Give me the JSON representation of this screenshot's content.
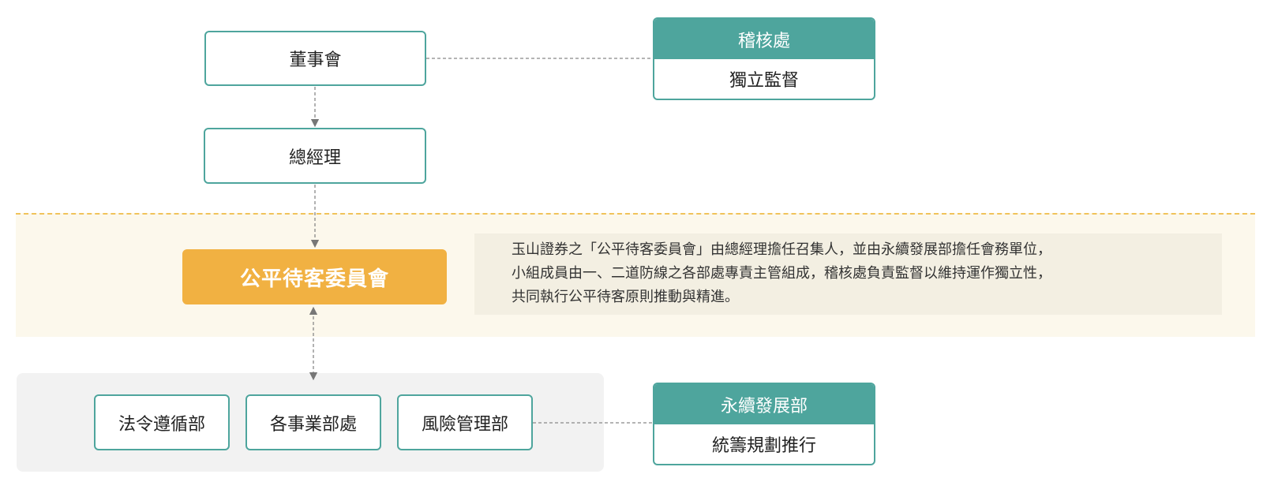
{
  "board": {
    "label": "董事會"
  },
  "general_manager": {
    "label": "總經理"
  },
  "committee": {
    "label": "公平待客委員會"
  },
  "description": {
    "lines": [
      "玉山證券之「公平待客委員會」由總經理擔任召集人，並由永續發展部擔任會務單位，",
      "小組成員由一、二道防線之各部處專責主管組成，稽核處負責監督以維持運作獨立性，",
      "共同執行公平待客原則推動與精進。"
    ]
  },
  "departments": [
    {
      "label": "法令遵循部"
    },
    {
      "label": "各事業部處"
    },
    {
      "label": "風險管理部"
    }
  ],
  "audit": {
    "title": "稽核處",
    "role": "獨立監督"
  },
  "sustainability": {
    "title": "永續發展部",
    "role": "統籌規劃推行"
  },
  "colors": {
    "teal": "#4ea59d",
    "gold": "#f1b142",
    "band": "#fcf8ec",
    "band_border": "#f0c35a",
    "panel": "#f2f2f2",
    "desc_bg": "#f3efe2",
    "connector": "#888888"
  }
}
